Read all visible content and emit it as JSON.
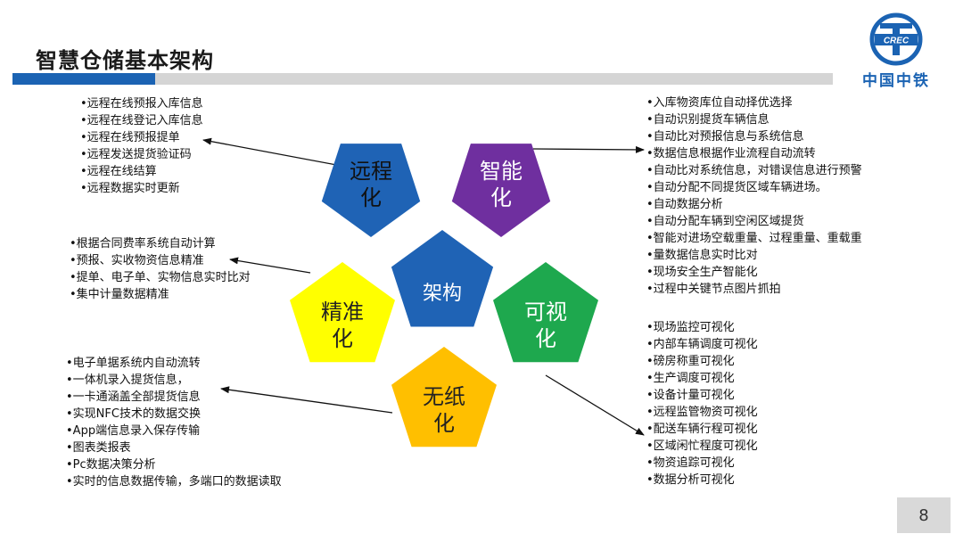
{
  "title": "智慧仓储基本架构",
  "logo": {
    "text": "中国中铁",
    "emblem": "CREC"
  },
  "page_number": "8",
  "center": {
    "label": "架构",
    "color": "#1f63b5"
  },
  "nodes": [
    {
      "id": "remote",
      "line1": "远程",
      "line2": "化",
      "color": "#1f63b5"
    },
    {
      "id": "smart",
      "line1": "智能",
      "line2": "化",
      "color": "#6f2f9f"
    },
    {
      "id": "precise",
      "line1": "精准",
      "line2": "化",
      "color": "#ffff00"
    },
    {
      "id": "visual",
      "line1": "可视",
      "line2": "化",
      "color": "#1ea84e"
    },
    {
      "id": "paperless",
      "line1": "无纸",
      "line2": "化",
      "color": "#ffbf00"
    }
  ],
  "lists": {
    "remote": [
      "远程在线预报入库信息",
      "远程在线登记入库信息",
      "远程在线预报提单",
      "远程发送提货验证码",
      "远程在线结算",
      "远程数据实时更新"
    ],
    "smart": [
      "入库物资库位自动择优选择",
      "自动识别提货车辆信息",
      "自动比对预报信息与系统信息",
      "数据信息根据作业流程自动流转",
      "自动比对系统信息，对错误信息进行预警",
      "自动分配不同提货区域车辆进场。",
      "自动数据分析",
      "自动分配车辆到空闲区域提货",
      "智能对进场空载重量、过程重量、重载重",
      "量数据信息实时比对",
      "现场安全生产智能化",
      "过程中关键节点图片抓拍"
    ],
    "precise": [
      "根据合同费率系统自动计算",
      "预报、实收物资信息精准",
      "提单、电子单、实物信息实时比对",
      "集中计量数据精准"
    ],
    "paperless": [
      "电子单据系统内自动流转",
      "一体机录入提货信息，",
      "一卡通涵盖全部提货信息",
      "实现NFC技术的数据交换",
      "App端信息录入保存传输",
      "图表类报表",
      "Pc数据决策分析",
      "实时的信息数据传输，多端口的数据读取"
    ],
    "visual": [
      "现场监控可视化",
      "内部车辆调度可视化",
      "磅房称重可视化",
      "生产调度可视化",
      "设备计量可视化",
      "远程监管物资可视化",
      "配送车辆行程可视化",
      "区域闲忙程度可视化",
      "物资追踪可视化",
      "数据分析可视化"
    ]
  }
}
